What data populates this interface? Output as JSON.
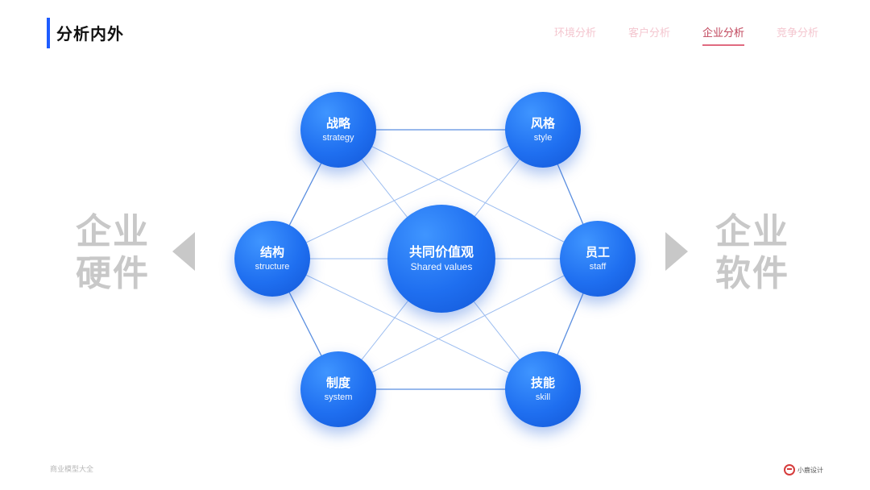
{
  "page": {
    "title": "分析内外"
  },
  "nav": {
    "tabs": [
      {
        "label": "环境分析",
        "active": false
      },
      {
        "label": "客户分析",
        "active": false
      },
      {
        "label": "企业分析",
        "active": true
      },
      {
        "label": "竞争分析",
        "active": false
      }
    ]
  },
  "side": {
    "left": "企业硬件",
    "right": "企业软件"
  },
  "diagram": {
    "center": {
      "cn": "共同价值观",
      "en": "Shared  values"
    },
    "nodes": {
      "strategy": {
        "cn": "战略",
        "en": "strategy"
      },
      "style": {
        "cn": "风格",
        "en": "style"
      },
      "structure": {
        "cn": "结构",
        "en": "structure"
      },
      "staff": {
        "cn": "员工",
        "en": "staff"
      },
      "system": {
        "cn": "制度",
        "en": "system"
      },
      "skill": {
        "cn": "技能",
        "en": "skill"
      }
    }
  },
  "footer": {
    "left_text": "商业模型大全",
    "right_text": "小鹿设计"
  },
  "colors": {
    "node_blue": "#1f6ff0",
    "accent_red": "#c0455b",
    "side_gray": "#c8c8c8"
  }
}
